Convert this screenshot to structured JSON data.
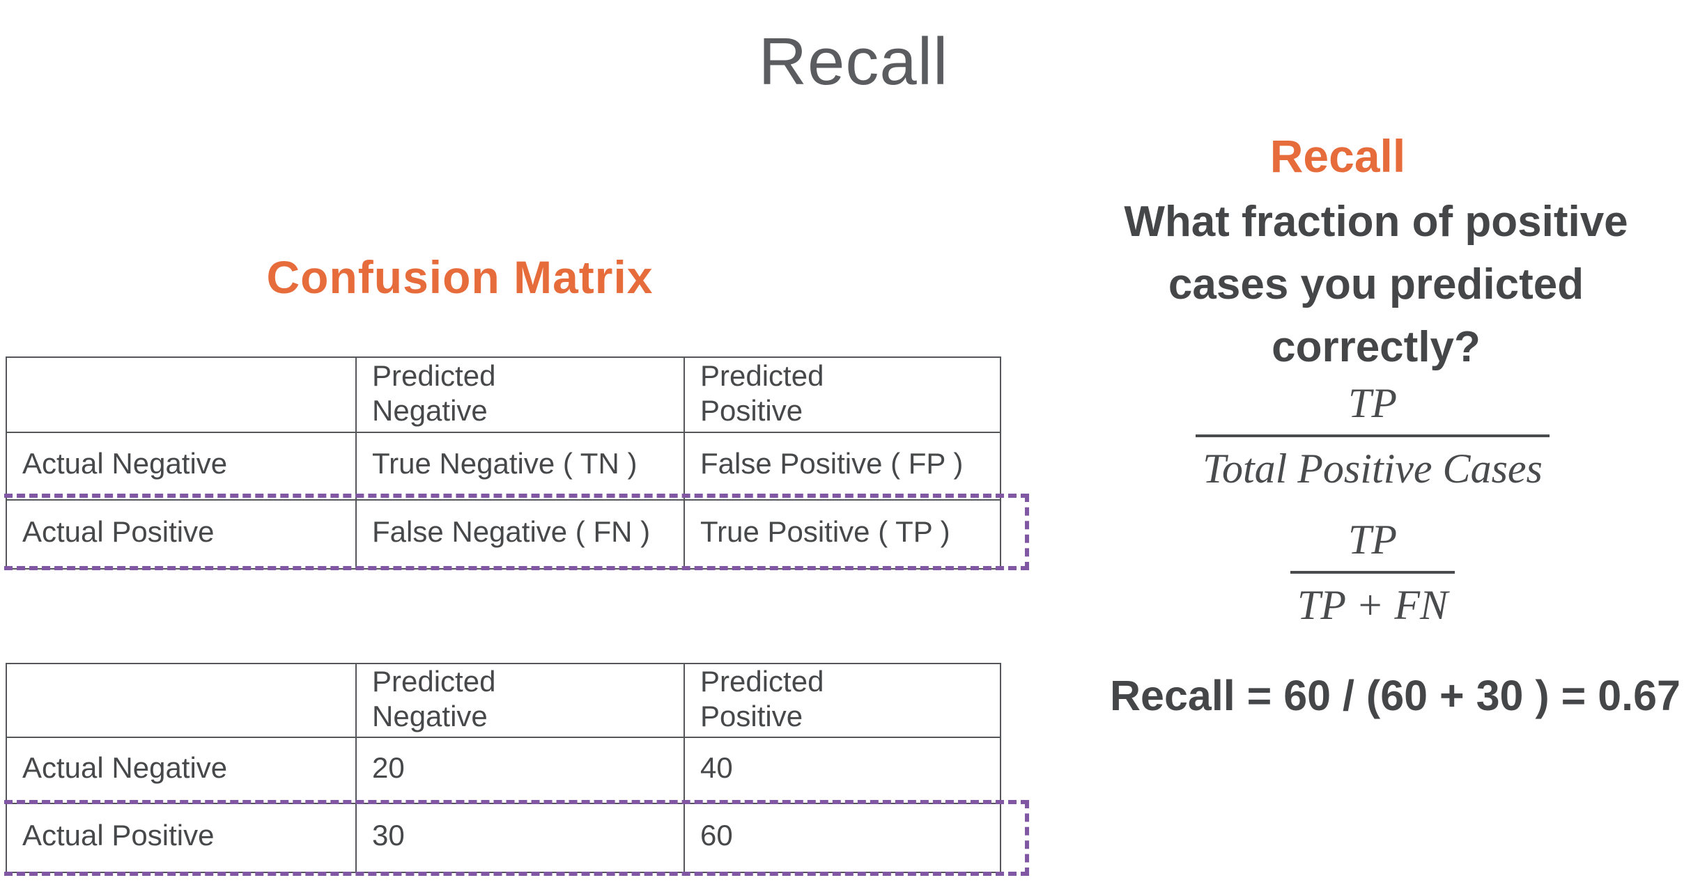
{
  "slide": {
    "title": "Recall"
  },
  "left": {
    "heading": "Confusion Matrix",
    "table_labels": {
      "headers": [
        "",
        "Predicted\nNegative",
        "Predicted\nPositive"
      ],
      "rows": [
        {
          "label": "Actual Negative",
          "cells": [
            "True Negative ( TN )",
            "False Positive ( FP )"
          ]
        },
        {
          "label": "Actual Positive",
          "cells": [
            "False Negative ( FN )",
            "True Positive ( TP )"
          ],
          "highlighted": true
        }
      ]
    },
    "table_values": {
      "headers": [
        "",
        "Predicted\nNegative",
        "Predicted\nPositive"
      ],
      "rows": [
        {
          "label": "Actual Negative",
          "cells": [
            "20",
            "40"
          ]
        },
        {
          "label": "Actual Positive",
          "cells": [
            "30",
            "60"
          ],
          "highlighted": true
        }
      ]
    }
  },
  "right": {
    "heading": "Recall",
    "question": "What fraction of positive\ncases you predicted\ncorrectly?",
    "formula1": {
      "numerator": "TP",
      "denominator": "Total Positive Cases"
    },
    "formula2": {
      "numerator": "TP",
      "denominator": "TP + FN"
    },
    "calculation": "Recall = 60 / (60 + 30 ) = 0.67"
  },
  "colors": {
    "accent_orange": "#E76C3C",
    "highlight_purple": "#8156A3",
    "text_dark": "#47484A",
    "border_gray": "#55565A",
    "title_gray": "#5B5C60"
  }
}
